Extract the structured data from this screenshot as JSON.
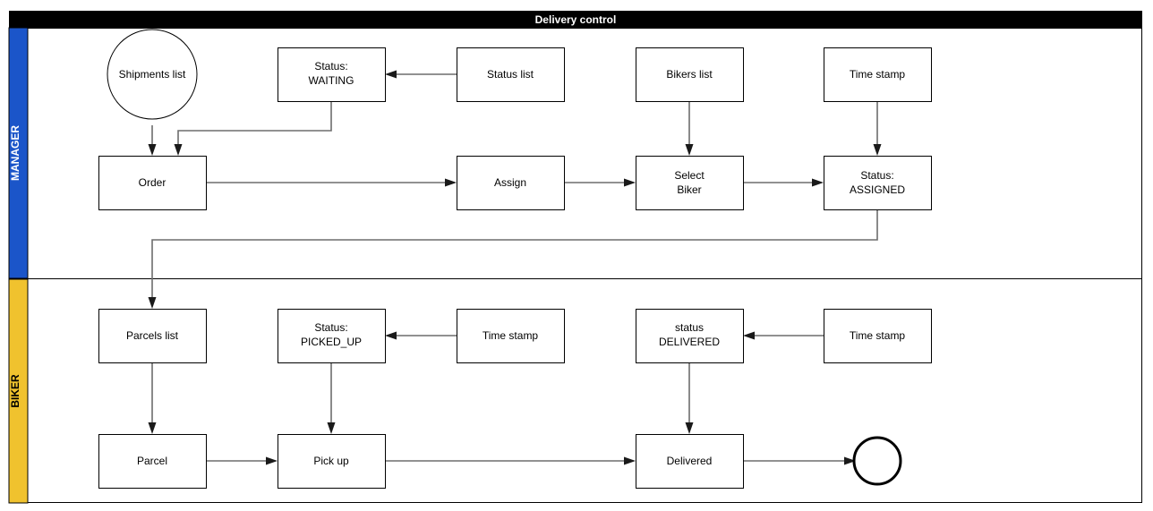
{
  "diagram": {
    "title": "Delivery control",
    "title_bar_color": "#000000",
    "title_text_color": "#ffffff",
    "lanes": [
      {
        "id": "manager",
        "label": "MANAGER",
        "color": "#1b55c9",
        "label_color": "#ffffff"
      },
      {
        "id": "biker",
        "label": "BIKER",
        "color": "#f0c22e",
        "label_color": "#000000"
      }
    ],
    "nodes": [
      {
        "id": "shipments-list",
        "label": "Shipments list",
        "shape": "circle",
        "lane": "manager"
      },
      {
        "id": "status-waiting",
        "label": "Status:\nWAITING",
        "shape": "rect",
        "lane": "manager"
      },
      {
        "id": "status-list",
        "label": "Status list",
        "shape": "rect",
        "lane": "manager"
      },
      {
        "id": "bikers-list",
        "label": "Bikers list",
        "shape": "rect",
        "lane": "manager"
      },
      {
        "id": "time-stamp-assigned",
        "label": "Time stamp",
        "shape": "rect",
        "lane": "manager"
      },
      {
        "id": "order",
        "label": "Order",
        "shape": "rect",
        "lane": "manager"
      },
      {
        "id": "assign",
        "label": "Assign",
        "shape": "rect",
        "lane": "manager"
      },
      {
        "id": "select-biker",
        "label": "Select\nBiker",
        "shape": "rect",
        "lane": "manager"
      },
      {
        "id": "status-assigned",
        "label": "Status:\nASSIGNED",
        "shape": "rect",
        "lane": "manager"
      },
      {
        "id": "parcels-list",
        "label": "Parcels list",
        "shape": "rect",
        "lane": "biker"
      },
      {
        "id": "status-picked-up",
        "label": "Status:\nPICKED_UP",
        "shape": "rect",
        "lane": "biker"
      },
      {
        "id": "time-stamp-picked-up",
        "label": "Time stamp",
        "shape": "rect",
        "lane": "biker"
      },
      {
        "id": "status-delivered",
        "label": "status\nDELIVERED",
        "shape": "rect",
        "lane": "biker"
      },
      {
        "id": "time-stamp-delivered",
        "label": "Time stamp",
        "shape": "rect",
        "lane": "biker"
      },
      {
        "id": "parcel",
        "label": "Parcel",
        "shape": "rect",
        "lane": "biker"
      },
      {
        "id": "pick-up",
        "label": "Pick up",
        "shape": "rect",
        "lane": "biker"
      },
      {
        "id": "delivered",
        "label": "Delivered",
        "shape": "rect",
        "lane": "biker"
      },
      {
        "id": "end-event",
        "label": "",
        "shape": "end-circle",
        "lane": "biker"
      }
    ],
    "edges": [
      {
        "from": "status-list",
        "to": "status-waiting"
      },
      {
        "from": "shipments-list",
        "to": "order"
      },
      {
        "from": "status-waiting",
        "to": "order"
      },
      {
        "from": "order",
        "to": "assign"
      },
      {
        "from": "assign",
        "to": "select-biker"
      },
      {
        "from": "bikers-list",
        "to": "select-biker"
      },
      {
        "from": "select-biker",
        "to": "status-assigned"
      },
      {
        "from": "time-stamp-assigned",
        "to": "status-assigned"
      },
      {
        "from": "status-assigned",
        "to": "parcels-list"
      },
      {
        "from": "parcels-list",
        "to": "parcel"
      },
      {
        "from": "time-stamp-picked-up",
        "to": "status-picked-up"
      },
      {
        "from": "status-picked-up",
        "to": "pick-up"
      },
      {
        "from": "parcel",
        "to": "pick-up"
      },
      {
        "from": "pick-up",
        "to": "delivered"
      },
      {
        "from": "time-stamp-delivered",
        "to": "status-delivered"
      },
      {
        "from": "status-delivered",
        "to": "delivered"
      },
      {
        "from": "delivered",
        "to": "end-event"
      }
    ]
  }
}
